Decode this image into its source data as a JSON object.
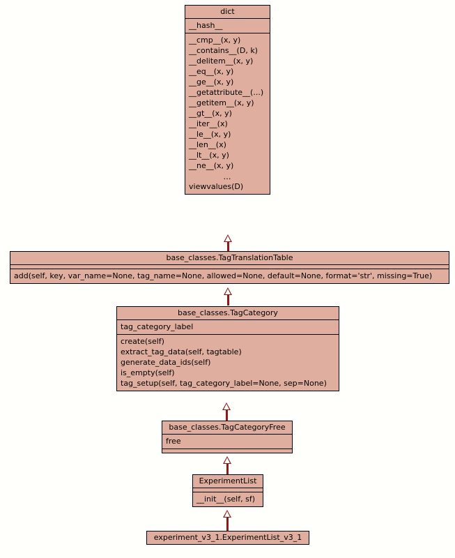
{
  "diagram": {
    "kind": "uml-class-diagram",
    "colors": {
      "background": "#fffffc",
      "class_fill": "#e0ae9f",
      "class_border": "#000000",
      "relation": "#8b1a1a",
      "arrowhead_fill": "#fffffc"
    },
    "classes": [
      {
        "id": "dict",
        "name": "dict",
        "attributes": [
          "__hash__"
        ],
        "methods": [
          "__cmp__(x, y)",
          "__contains__(D, k)",
          "__delitem__(x, y)",
          "__eq__(x, y)",
          "__ge__(x, y)",
          "__getattribute__(...)",
          "__getitem__(x, y)",
          "__gt__(x, y)",
          "__iter__(x)",
          "__le__(x, y)",
          "__len__(x)",
          "__lt__(x, y)",
          "__ne__(x, y)",
          "…",
          "viewvalues(D)"
        ]
      },
      {
        "id": "tag-translation-table",
        "name": "base_classes.TagTranslationTable",
        "attributes": [],
        "methods": [
          "add(self, key, var_name=None, tag_name=None, allowed=None, default=None, format='str', missing=True)"
        ]
      },
      {
        "id": "tag-category",
        "name": "base_classes.TagCategory",
        "attributes": [
          "tag_category_label"
        ],
        "methods": [
          "create(self)",
          "extract_tag_data(self, tagtable)",
          "generate_data_ids(self)",
          "is_empty(self)",
          "tag_setup(self, tag_category_label=None, sep=None)"
        ]
      },
      {
        "id": "tag-category-free",
        "name": "base_classes.TagCategoryFree",
        "attributes": [
          "free"
        ],
        "methods": []
      },
      {
        "id": "experiment-list",
        "name": "ExperimentList",
        "attributes": [],
        "methods": [
          "__init__(self, sf)"
        ]
      },
      {
        "id": "experiment-list-v3-1",
        "name": "experiment_v3_1.ExperimentList_v3_1",
        "attributes": [],
        "methods": []
      }
    ],
    "relations": [
      {
        "type": "generalization",
        "from": "tag-translation-table",
        "to": "dict"
      },
      {
        "type": "generalization",
        "from": "tag-category",
        "to": "tag-translation-table"
      },
      {
        "type": "generalization",
        "from": "tag-category-free",
        "to": "tag-category"
      },
      {
        "type": "generalization",
        "from": "experiment-list",
        "to": "tag-category-free"
      },
      {
        "type": "generalization",
        "from": "experiment-list-v3-1",
        "to": "experiment-list"
      }
    ]
  }
}
